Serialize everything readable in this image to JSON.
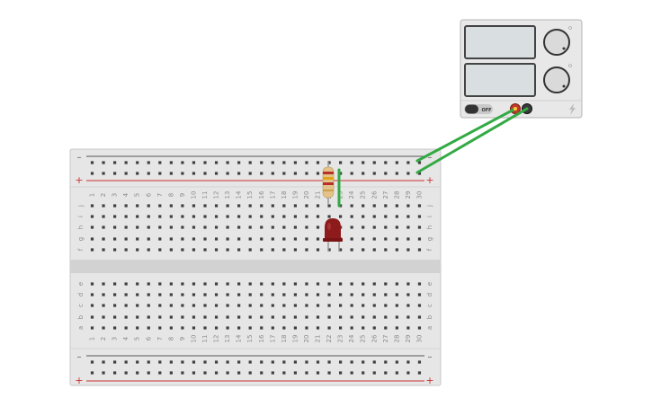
{
  "breadboard": {
    "columns": [
      "1",
      "2",
      "3",
      "4",
      "5",
      "6",
      "7",
      "8",
      "9",
      "10",
      "11",
      "12",
      "13",
      "14",
      "15",
      "16",
      "17",
      "18",
      "19",
      "20",
      "21",
      "22",
      "23",
      "24",
      "25",
      "26",
      "27",
      "28",
      "29",
      "30"
    ],
    "rows_top": [
      "j",
      "i",
      "h",
      "g",
      "f"
    ],
    "rows_bottom": [
      "e",
      "d",
      "c",
      "b",
      "a"
    ],
    "rail_minus": "–",
    "rail_plus": "+",
    "colors": {
      "board": "#e6e6e6",
      "board_edge": "#c8c8c8",
      "hole": "#3f3f3f",
      "label": "#8a8a8a",
      "rail_red": "#cc3333",
      "rail_dark": "#555555"
    }
  },
  "power_supply": {
    "switch_label": "OFF",
    "knob_icons": [
      "voltage-knob-icon",
      "current-knob-icon"
    ],
    "colors": {
      "body": "#e8e8e8",
      "display": "#d9dfe0",
      "terminal_pos": "#c0392b",
      "terminal_neg": "#3a3a3a"
    }
  },
  "components": {
    "resistor": {
      "bands": [
        "#b7312a",
        "#e0a319",
        "#b7312a",
        "#c9a14a"
      ],
      "color": "#e3c38a"
    },
    "led": {
      "color": "#8e1b1b"
    },
    "wire": {
      "color": "#33aa44"
    }
  }
}
